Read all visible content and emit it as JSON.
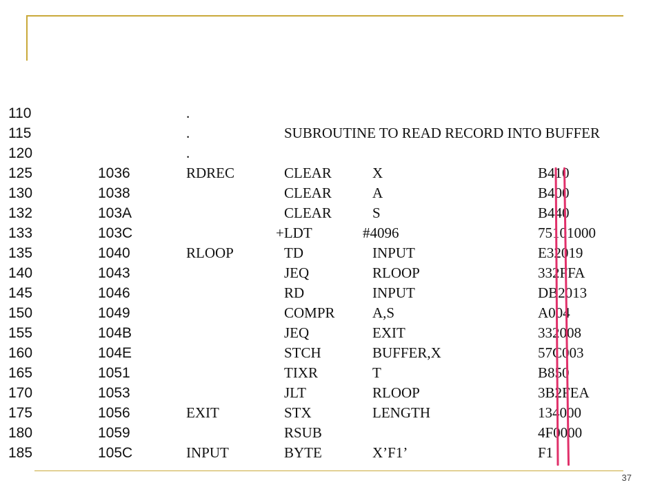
{
  "page_number": "37",
  "colors": {
    "frame": "#c9a93a",
    "marker": "#e0306a"
  },
  "rows": [
    {
      "line": "110",
      "loc": "",
      "label": ".",
      "op": "",
      "opnd": "",
      "obj": ""
    },
    {
      "line": "115",
      "loc": "",
      "label": ".",
      "comment": "SUBROUTINE TO READ RECORD INTO BUFFER"
    },
    {
      "line": "120",
      "loc": "",
      "label": ".",
      "op": "",
      "opnd": "",
      "obj": ""
    },
    {
      "line": "125",
      "loc": "1036",
      "label": "RDREC",
      "op": "CLEAR",
      "opnd": "X",
      "obj": "B410"
    },
    {
      "line": "130",
      "loc": "1038",
      "label": "",
      "op": "CLEAR",
      "opnd": "A",
      "obj": "B400"
    },
    {
      "line": "132",
      "loc": "103A",
      "label": "",
      "op": "CLEAR",
      "opnd": "S",
      "obj": "B440"
    },
    {
      "line": "133",
      "loc": "103C",
      "label": "",
      "op": "+LDT",
      "opnd": "#4096",
      "obj": "75101000"
    },
    {
      "line": "135",
      "loc": "1040",
      "label": "RLOOP",
      "op": "TD",
      "opnd": "INPUT",
      "obj": "E32019"
    },
    {
      "line": "140",
      "loc": "1043",
      "label": "",
      "op": "JEQ",
      "opnd": "RLOOP",
      "obj": "332FFA"
    },
    {
      "line": "145",
      "loc": "1046",
      "label": "",
      "op": "RD",
      "opnd": "INPUT",
      "obj": "DB2013"
    },
    {
      "line": "150",
      "loc": "1049",
      "label": "",
      "op": "COMPR",
      "opnd": "A,S",
      "obj": "A004"
    },
    {
      "line": "155",
      "loc": "104B",
      "label": "",
      "op": "JEQ",
      "opnd": "EXIT",
      "obj": "332008"
    },
    {
      "line": "160",
      "loc": "104E",
      "label": "",
      "op": "STCH",
      "opnd": "BUFFER,X",
      "obj": "57C003"
    },
    {
      "line": "165",
      "loc": "1051",
      "label": "",
      "op": "TIXR",
      "opnd": "T",
      "obj": "B850"
    },
    {
      "line": "170",
      "loc": "1053",
      "label": "",
      "op": "JLT",
      "opnd": "RLOOP",
      "obj": "3B2FEA"
    },
    {
      "line": "175",
      "loc": "1056",
      "label": "EXIT",
      "op": "STX",
      "opnd": "LENGTH",
      "obj": "134000"
    },
    {
      "line": "180",
      "loc": "1059",
      "label": "",
      "op": "RSUB",
      "opnd": "",
      "obj": "4F0000"
    },
    {
      "line": "185",
      "loc": "105C",
      "label": "INPUT",
      "op": "BYTE",
      "opnd": "X’F1’",
      "obj": "F1"
    }
  ]
}
